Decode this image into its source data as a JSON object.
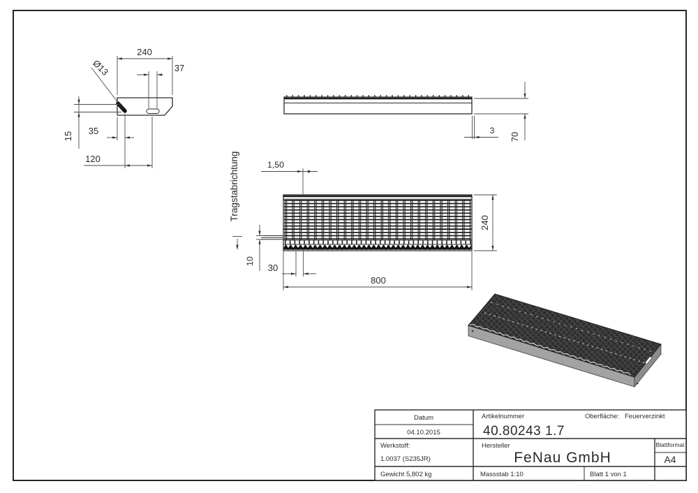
{
  "drawing": {
    "detail_view": {
      "width": "240",
      "slot_width": "37",
      "hole_dia": "Ø13",
      "edge_height": "15",
      "hole_offset": "35",
      "slot_offset": "120"
    },
    "side_view": {
      "plate_thickness": "3",
      "height": "70"
    },
    "plan_view": {
      "direction_label": "Tragstabrichtung",
      "bar_thickness": "1,50",
      "depth": "240",
      "tab_height": "10",
      "bar_pitch": "30",
      "length": "800"
    }
  },
  "title_block": {
    "datum_label": "Datum",
    "datum_value": "04.10.2015",
    "artikelnummer_label": "Artikelnummer",
    "artikelnummer_value": "40.80243 1.7",
    "oberflaeche_label": "Oberfläche:",
    "oberflaeche_value": "Feuerverzinkt",
    "werkstoff_label": "Werkstoff:",
    "werkstoff_value": "1.0037 (S235JR)",
    "hersteller_label": "Hersteller",
    "hersteller_value": "FeNau GmbH",
    "blattformat_label": "Blattformat",
    "blattformat_value": "A4",
    "gewicht_value": "Gewicht 5,802 kg",
    "massstab_value": "Massstab 1:10",
    "blatt_value": "Blatt 1 von 1"
  },
  "colors": {
    "line": "#2b2b2b",
    "steel_top": "#2e2e2e",
    "steel_side": "#a3a3a3"
  }
}
